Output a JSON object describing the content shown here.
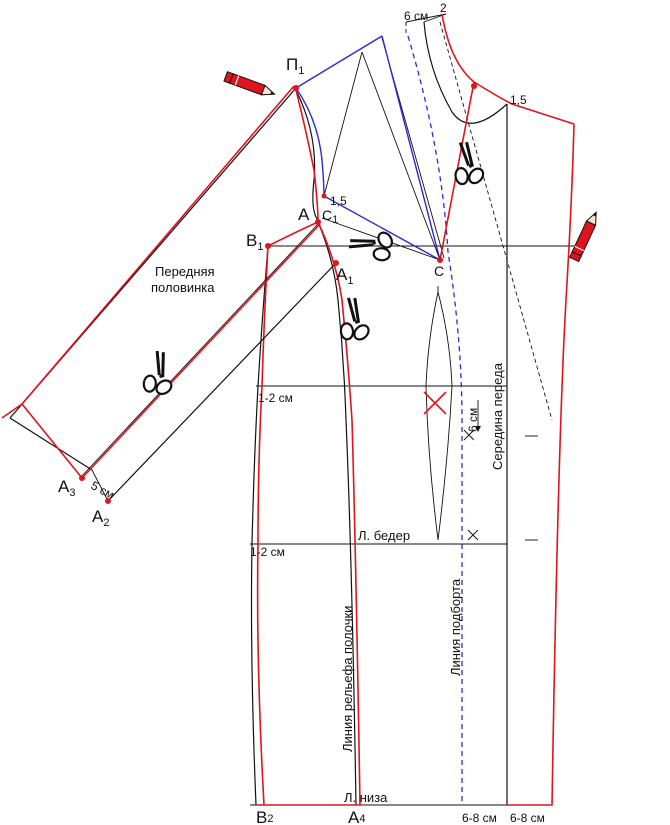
{
  "labels": {
    "p1": "П",
    "p1_sub": "1",
    "a": "А",
    "c1": "С",
    "c1_sub": "1",
    "c1_val": "1,5",
    "b1": "В",
    "b1_sub": "1",
    "a1": "А",
    "a1_sub": "1",
    "c": "С",
    "a3": "А",
    "a3_sub": "3",
    "a2": "А",
    "a2_sub": "2",
    "b2": "В",
    "b2_sub": "2",
    "a4": "А",
    "a4_sub": "4",
    "top_6cm": "6 см",
    "top_2": "2",
    "right_15": "1,5",
    "sleeve_title_1": "Передняя",
    "sleeve_title_2": "половинка",
    "five_cm": "5 см",
    "hem_1_2_a": "1-2 см",
    "hem_1_2_b": "1-2 см",
    "hip_line": "Л. бедер",
    "bottom_line": "Л. низа",
    "center_front": "Середина переда",
    "relief_line": "Линия рельефа полочки",
    "facing_line": "Линия подборта",
    "dart_6cm": "6 см",
    "bottom_68_a": "6-8 см",
    "bottom_68_b": "6-8 см"
  },
  "icons": {
    "scissors": "scissors-icon",
    "pencil": "pencil-icon"
  },
  "colors": {
    "pattern_red": "#e0141e",
    "pattern_blue": "#2a2ad6",
    "base_black": "#111111"
  }
}
